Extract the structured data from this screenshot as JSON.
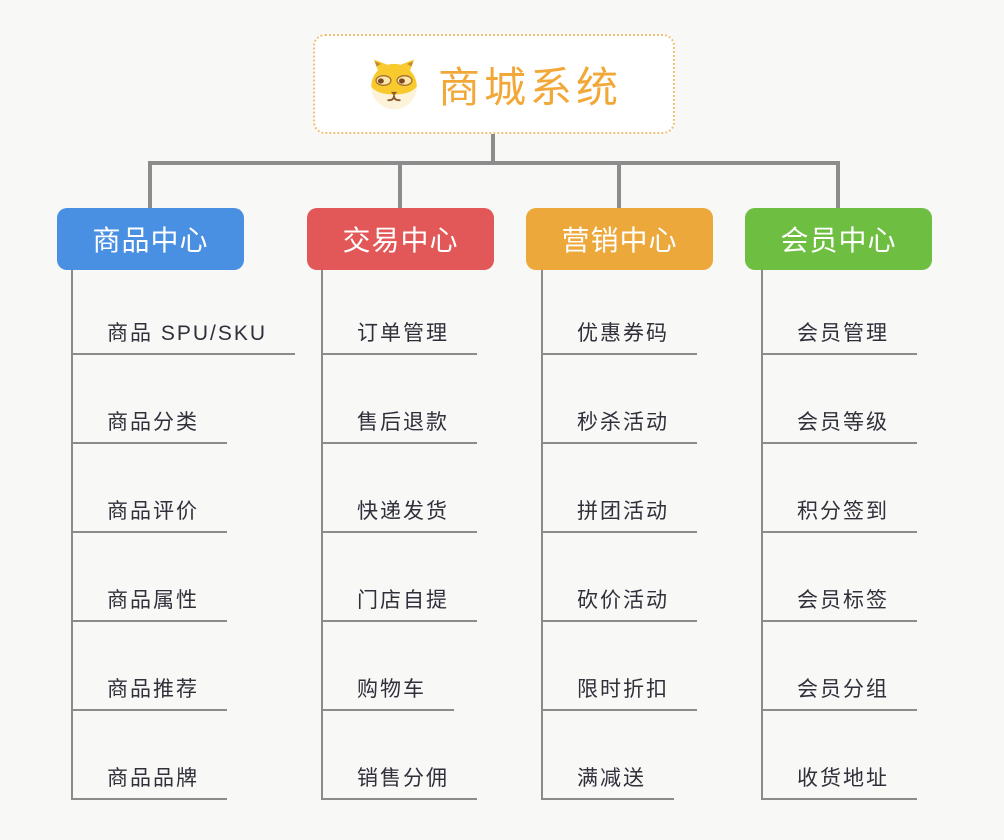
{
  "canvas": {
    "background": "#f8f8f7",
    "line_color": "#8c8c8c"
  },
  "root": {
    "title": "商城系统",
    "icon": "dog-face-icon",
    "text_color": "#f2a838",
    "border_color": "#f2c178",
    "background": "#ffffff"
  },
  "branches": [
    {
      "label": "商品中心",
      "color": "#4a90e2",
      "children": [
        "商品 SPU/SKU",
        "商品分类",
        "商品评价",
        "商品属性",
        "商品推荐",
        "商品品牌"
      ]
    },
    {
      "label": "交易中心",
      "color": "#e25757",
      "children": [
        "订单管理",
        "售后退款",
        "快递发货",
        "门店自提",
        "购物车",
        "销售分佣"
      ]
    },
    {
      "label": "营销中心",
      "color": "#eca83b",
      "children": [
        "优惠券码",
        "秒杀活动",
        "拼团活动",
        "砍价活动",
        "限时折扣",
        "满减送"
      ]
    },
    {
      "label": "会员中心",
      "color": "#6ebe41",
      "children": [
        "会员管理",
        "会员等级",
        "积分签到",
        "会员标签",
        "会员分组",
        "收货地址"
      ]
    }
  ]
}
